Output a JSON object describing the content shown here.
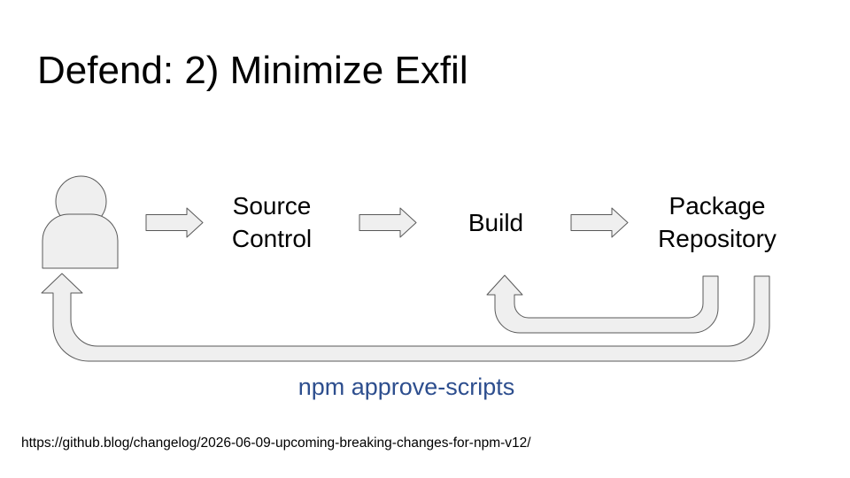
{
  "slide": {
    "title": "Defend: 2) Minimize Exfil",
    "nodes": {
      "source_control": [
        "Source",
        "Control"
      ],
      "build": "Build",
      "package_repository": [
        "Package",
        "Repository"
      ]
    },
    "caption": "npm approve-scripts",
    "footer_link": "https://github.blog/changelog/2026-06-09-upcoming-breaking-changes-for-npm-v12/"
  },
  "colors": {
    "shape_fill": "#efefef",
    "shape_stroke": "#595959",
    "caption": "#2d4e8e",
    "text": "#000000"
  },
  "icons": [
    "user-icon"
  ]
}
